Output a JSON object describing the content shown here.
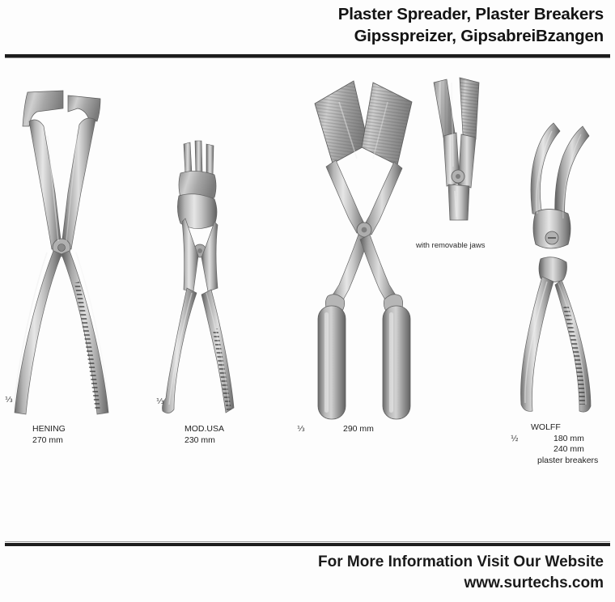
{
  "header": {
    "title_en": "Plaster Spreader, Plaster Breakers",
    "title_de": "Gipsspreizer, GipsabreiBzangen"
  },
  "colors": {
    "rule": "#1d1d1d",
    "text": "#1a1a1a",
    "metal_light": "#d9d9d9",
    "metal_mid": "#a8a8a8",
    "metal_dark": "#6f6f6f",
    "metal_shadow": "#4a4a4a"
  },
  "figures": [
    {
      "id": "hening-plaster-spreader",
      "scale": "⅓",
      "name": "HENING",
      "size": "270 mm",
      "note": ""
    },
    {
      "id": "mod-usa-plaster-spreader",
      "scale": "⅓",
      "name": "MOD.USA",
      "size": "230 mm",
      "note": ""
    },
    {
      "id": "plaster-spreader-290",
      "scale": "⅓",
      "name": "",
      "size": "290 mm",
      "note": ""
    },
    {
      "id": "wolff-plaster-breaker",
      "scale": "½",
      "name": "WOLFF",
      "size": "180 mm",
      "size2": "240 mm",
      "note": "plaster breakers"
    }
  ],
  "detail": {
    "id": "removable-jaws-detail",
    "caption": "with removable jaws"
  },
  "footer": {
    "line1": "For More Information Visit Our Website",
    "line2": "www.surtechs.com"
  }
}
